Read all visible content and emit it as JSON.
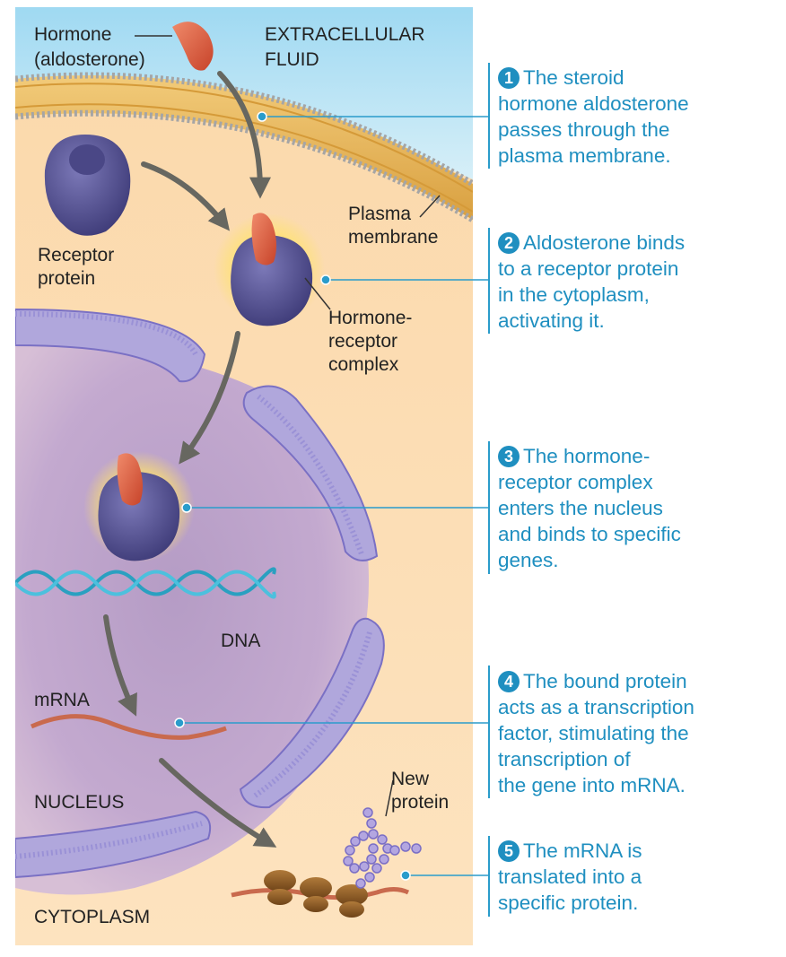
{
  "labels": {
    "hormone": "Hormone",
    "hormone_sub": "(aldosterone)",
    "extracellular": "EXTRACELLULAR",
    "extracellular_2": "FLUID",
    "plasma_membrane": "Plasma\nmembrane",
    "receptor_protein": "Receptor\nprotein",
    "complex": "Hormone-\nreceptor\ncomplex",
    "dna": "DNA",
    "mrna": "mRNA",
    "nucleus": "NUCLEUS",
    "new_protein": "New\nprotein",
    "cytoplasm": "CYTOPLASM"
  },
  "steps": [
    {
      "number": "1",
      "text": "The steroid\nhormone aldosterone\npasses through the\nplasma membrane."
    },
    {
      "number": "2",
      "text": "Aldosterone binds\nto a receptor protein\nin the cytoplasm,\nactivating it."
    },
    {
      "number": "3",
      "text": "The hormone-\nreceptor complex\nenters the nucleus\nand binds to specific\ngenes."
    },
    {
      "number": "4",
      "text": "The bound protein\nacts as a transcription\nfactor, stimulating the\ntranscription of\nthe gene into mRNA."
    },
    {
      "number": "5",
      "text": "The mRNA is\ntranslated into a\nspecific protein."
    }
  ],
  "colors": {
    "cytoplasm": "#fbdcb2",
    "extracellular": "#aee0f4",
    "membrane": "#e7b451",
    "nucleus": "#c6abd0",
    "receptor": "#5a5796",
    "hormone": "#db5a3c",
    "dna": "#33a8c8",
    "step_text": "#1f8fc0",
    "arrow": "#676760"
  }
}
